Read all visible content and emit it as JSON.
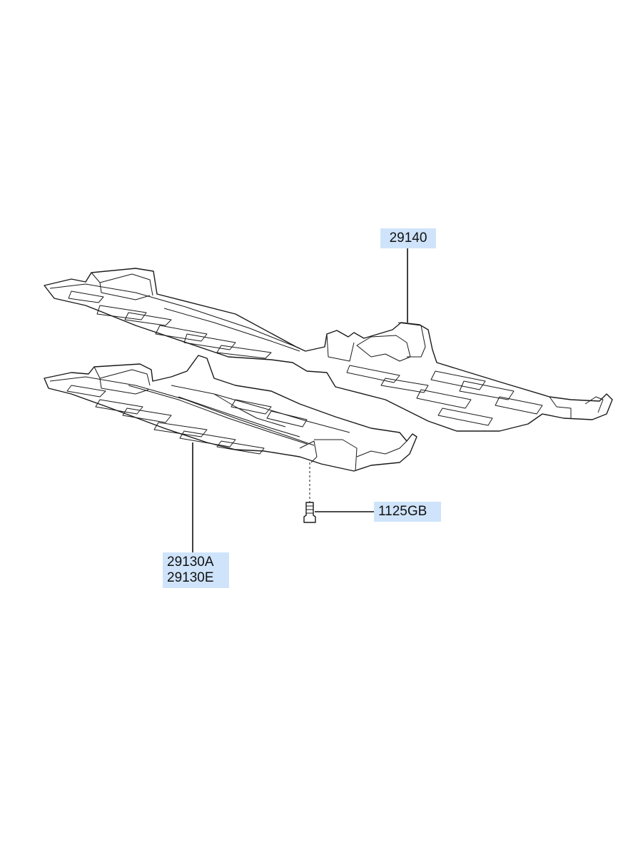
{
  "parts": {
    "rear_cover": {
      "labels": [
        "29140"
      ]
    },
    "bolt": {
      "labels": [
        "1125GB"
      ]
    },
    "front_cover": {
      "labels": [
        "29130A",
        "29130E"
      ]
    }
  },
  "colors": {
    "label_background": "#cfe4fb",
    "line": "#1a1a1a"
  }
}
